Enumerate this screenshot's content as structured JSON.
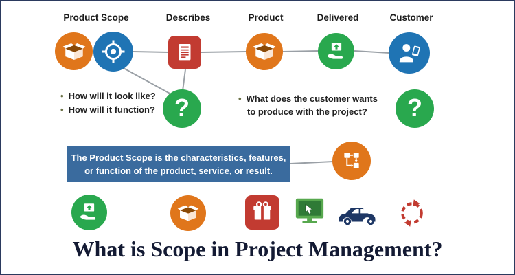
{
  "flow": {
    "labels": [
      "Product Scope",
      "Describes",
      "Product",
      "Delivered",
      "Customer"
    ]
  },
  "questions": {
    "mark": "?",
    "left": [
      "How will it look like?",
      "How will it function?"
    ],
    "right_line1": "What does the customer wants",
    "right_line2": "to produce with the project?"
  },
  "definition": {
    "line1": "The Product Scope is the characteristics, features,",
    "line2": "or function of the product, service, or result."
  },
  "title": "What is Scope in Project Management?",
  "icons": [
    "open-box-icon",
    "target-icon",
    "document-list-icon",
    "hand-delivery-icon",
    "customer-people-icon",
    "question-mark-icon",
    "process-flow-icon",
    "gift-icon",
    "monitor-cursor-icon",
    "car-icon",
    "cycle-arrows-icon"
  ],
  "colors": {
    "orange": "#E0761B",
    "blue": "#1F74B4",
    "red": "#C23B31",
    "green": "#29A84E",
    "def-blue": "#3A6B9E",
    "navy": "#1E3765",
    "line": "#9AA0A6",
    "title": "#131A33",
    "border": "#2B3A5E",
    "bullet": "#6B7146",
    "monitor-frame": "#57A84E",
    "monitor-screen": "#2F7A36"
  }
}
